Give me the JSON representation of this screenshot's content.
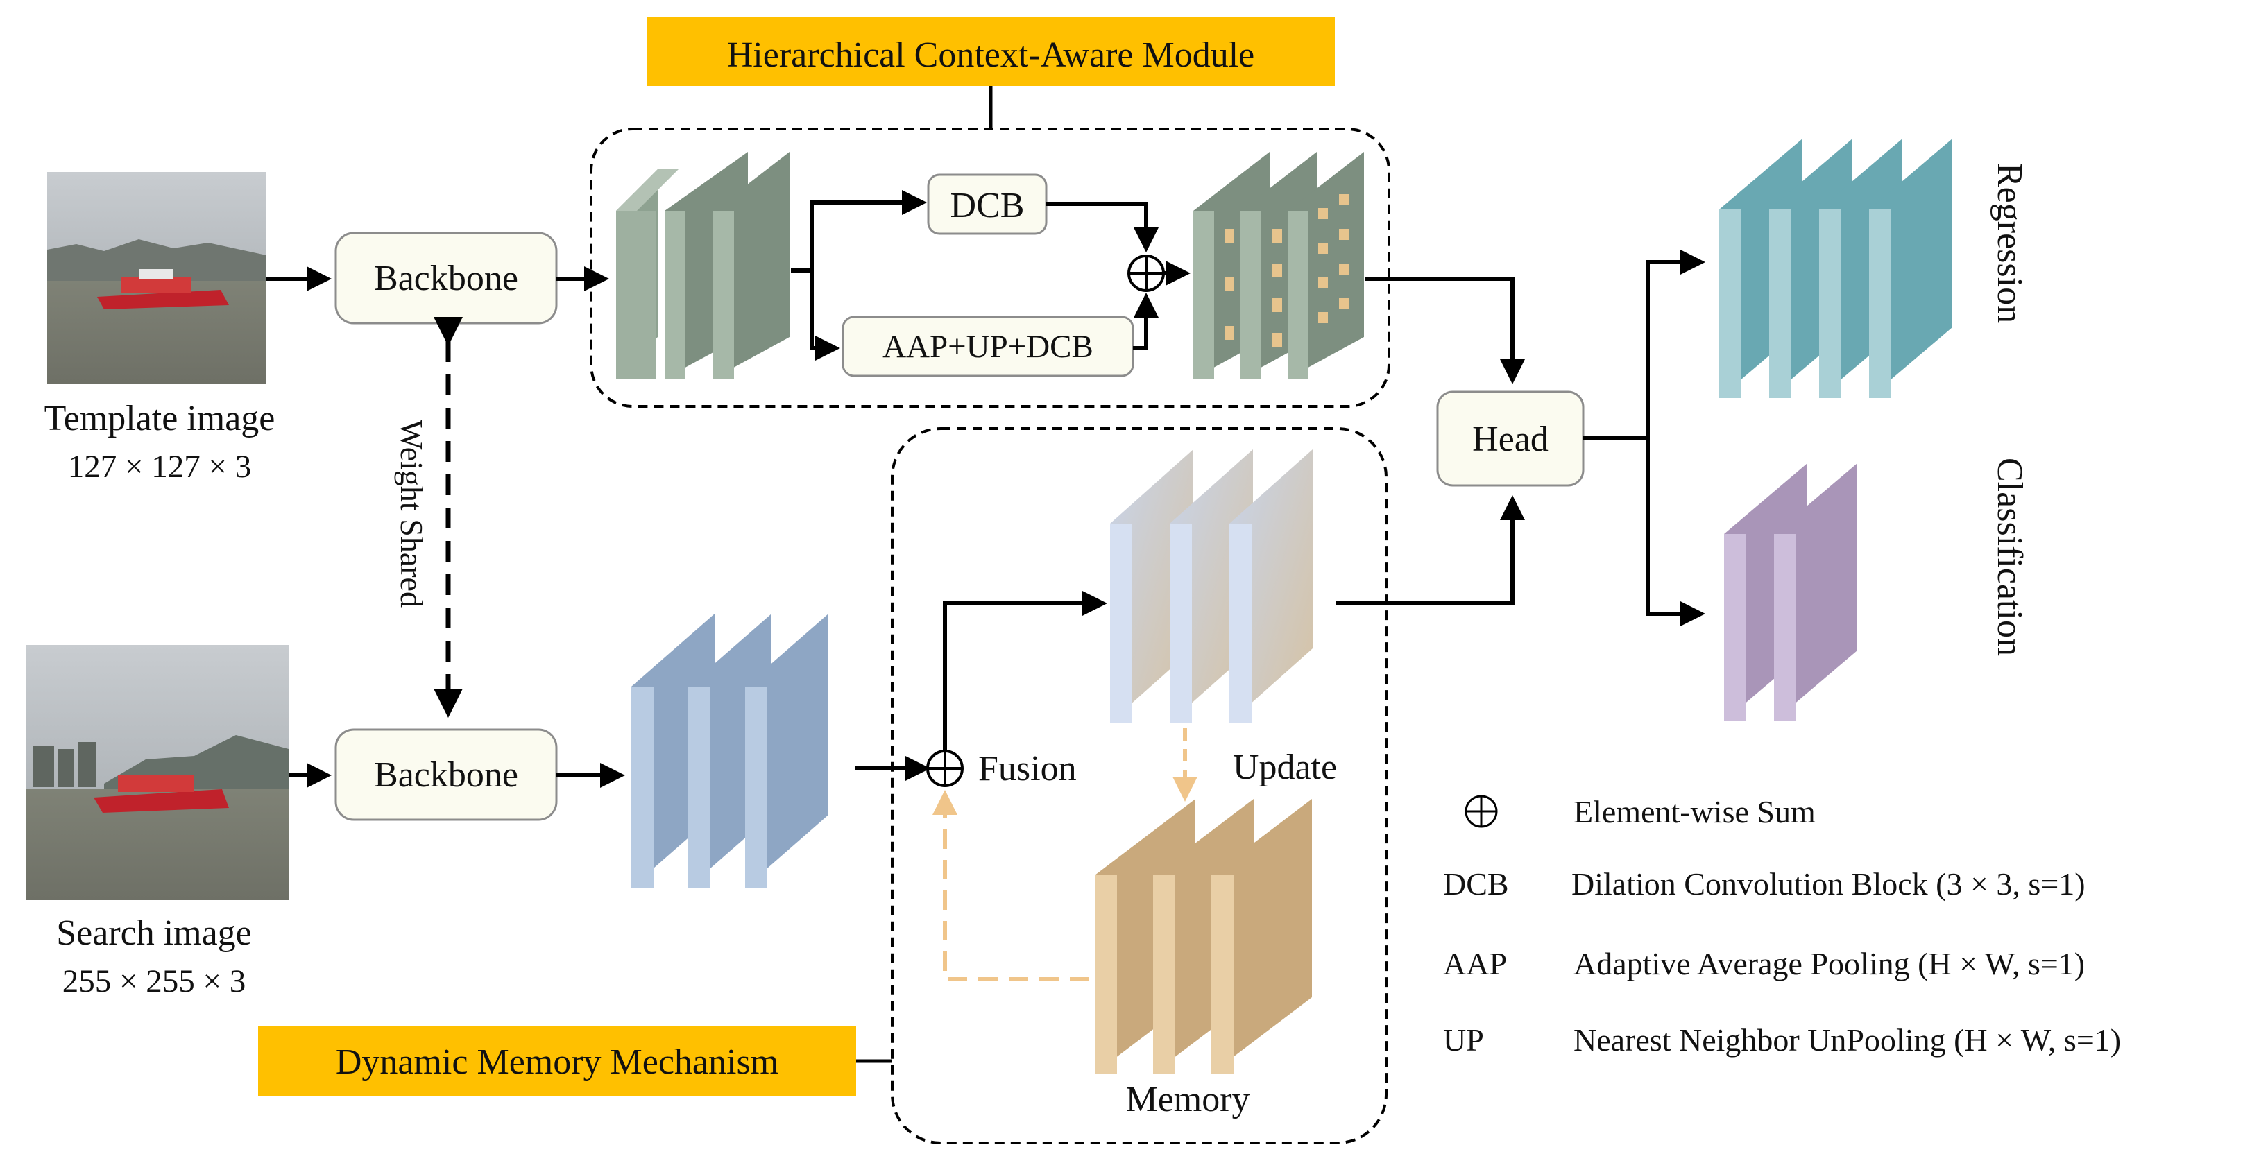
{
  "inputs": {
    "template_label": "Template image",
    "template_size": "127 × 127 × 3",
    "search_label": "Search image",
    "search_size": "255 × 255 × 3"
  },
  "blocks": {
    "backbone_top": "Backbone",
    "backbone_bottom": "Backbone",
    "weight_shared": "Weight Shared",
    "dcb": "DCB",
    "aap_up_dcb": "AAP+UP+DCB",
    "head": "Head",
    "fusion": "Fusion",
    "update": "Update",
    "memory": "Memory"
  },
  "modules": {
    "hcam": "Hierarchical Context-Aware Module",
    "dmm": "Dynamic Memory Mechanism"
  },
  "outputs": {
    "regression": "Regression",
    "classification": "Classification"
  },
  "legend": [
    {
      "symbol": "⊕",
      "text": "Element-wise  Sum"
    },
    {
      "symbol": "DCB",
      "text": "Dilation Convolution Block (3 × 3, s=1)"
    },
    {
      "symbol": "AAP",
      "text": "Adaptive Average Pooling (H × W, s=1)"
    },
    {
      "symbol": "UP",
      "text": "Nearest Neighbor UnPooling (H × W, s=1)"
    }
  ],
  "colors": {
    "hcam_features": "#7d8f80",
    "search_features": "#8ea6c4",
    "memory_features": "#c9a97c",
    "regression": "#69a8b2",
    "classification": "#a995b8",
    "module_label_bg": "#ffc000",
    "memory_dashed_arrow": "#f0c58a"
  }
}
